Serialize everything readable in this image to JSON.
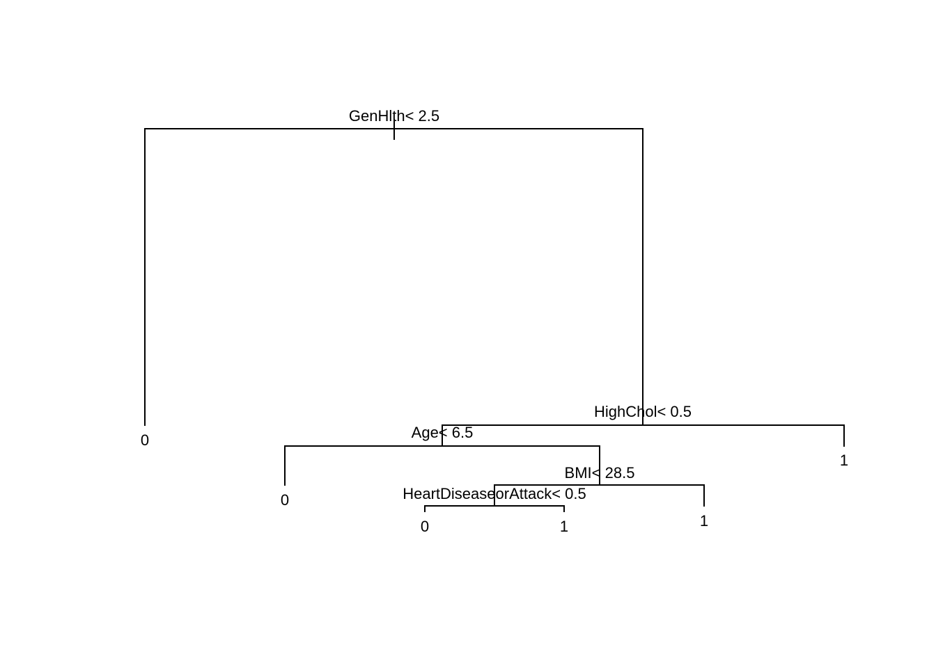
{
  "tree": {
    "splits": {
      "root": "GenHlth< 2.5",
      "highchol": "HighChol< 0.5",
      "age": "Age< 6.5",
      "bmi": "BMI< 28.5",
      "heart": "HeartDiseaseorAttack< 0.5"
    },
    "leaves": {
      "genhlth_left": "0",
      "highchol_right": "1",
      "age_left": "0",
      "bmi_right": "1",
      "heart_left": "0",
      "heart_right": "1"
    }
  }
}
